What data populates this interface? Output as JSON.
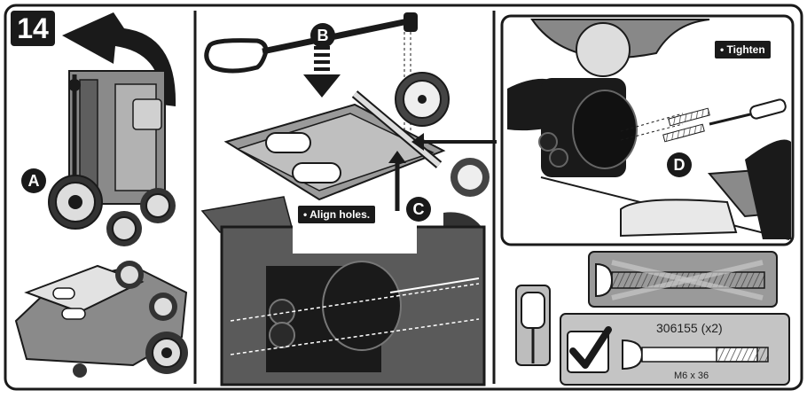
{
  "step": "14",
  "callouts": {
    "a": "A",
    "b": "B",
    "c": "C",
    "d": "D"
  },
  "labels": {
    "align_holes": "• Align holes.",
    "tighten": "• Tighten"
  },
  "part": {
    "number": "306155 (x2)",
    "size": "M6 x 36"
  },
  "icons": [
    "rotate-arrow-icon",
    "down-arrow-icon",
    "screwdriver-icon",
    "checkmark-icon",
    "cross-icon"
  ]
}
